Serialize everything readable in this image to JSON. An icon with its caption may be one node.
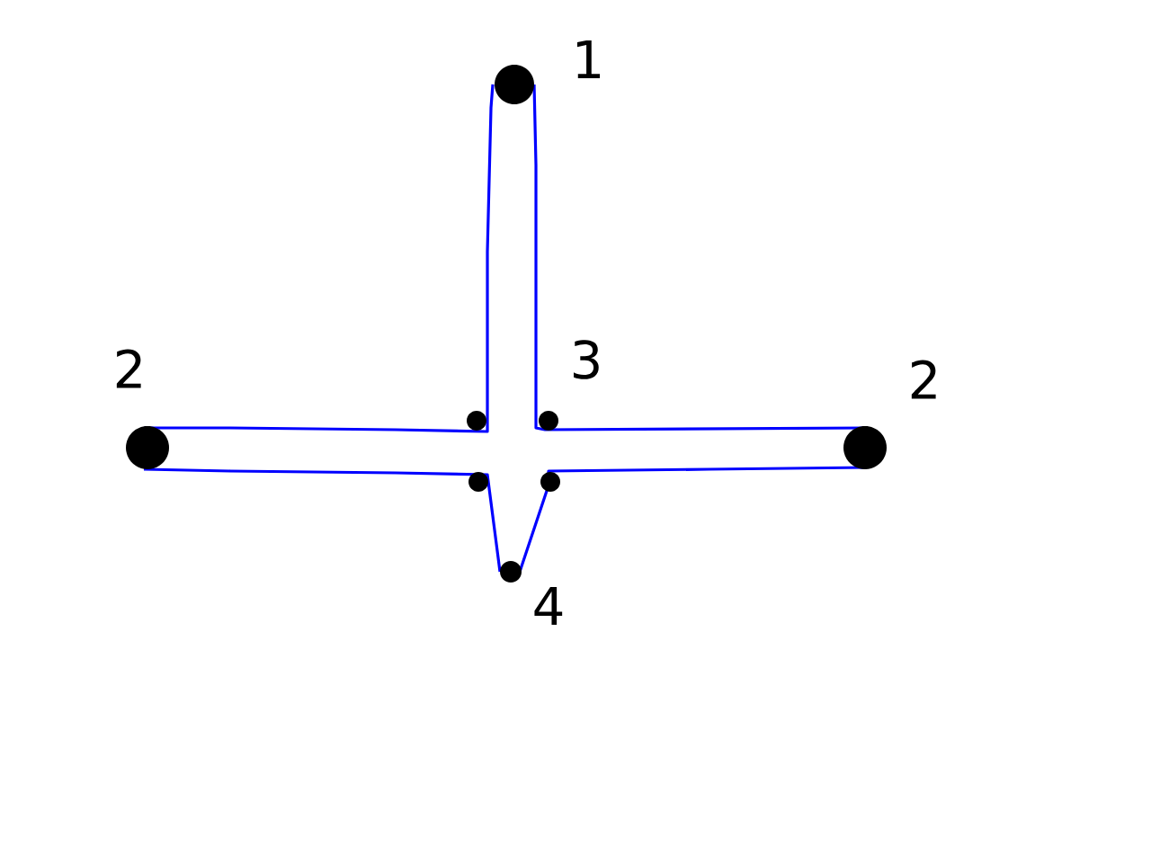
{
  "diagram": {
    "labels": [
      "1",
      "2",
      "3",
      "2",
      "4"
    ]
  }
}
